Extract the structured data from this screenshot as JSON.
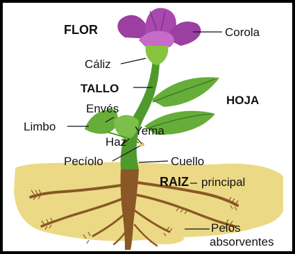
{
  "labels": {
    "flor": "FLOR",
    "corola": "Corola",
    "caliz": "Cáliz",
    "tallo": "TALLO",
    "hoja": "HOJA",
    "enves": "Envés",
    "limbo": "Limbo",
    "yema": "Yema",
    "haz": "Haz",
    "peciolo": "Pecíolo",
    "cuello": "Cuello",
    "raiz": "RAIZ",
    "principal": "principal",
    "pelos": "Pelos",
    "absorventes": "absorventes"
  },
  "colors": {
    "petal": "#9b3fa0",
    "petal_light": "#c76bc9",
    "calyx": "#86c43f",
    "stem": "#4f9a2c",
    "leaf": "#66ad3a",
    "soil": "#ecd986",
    "root": "#8a5726",
    "frame": "#000000"
  }
}
